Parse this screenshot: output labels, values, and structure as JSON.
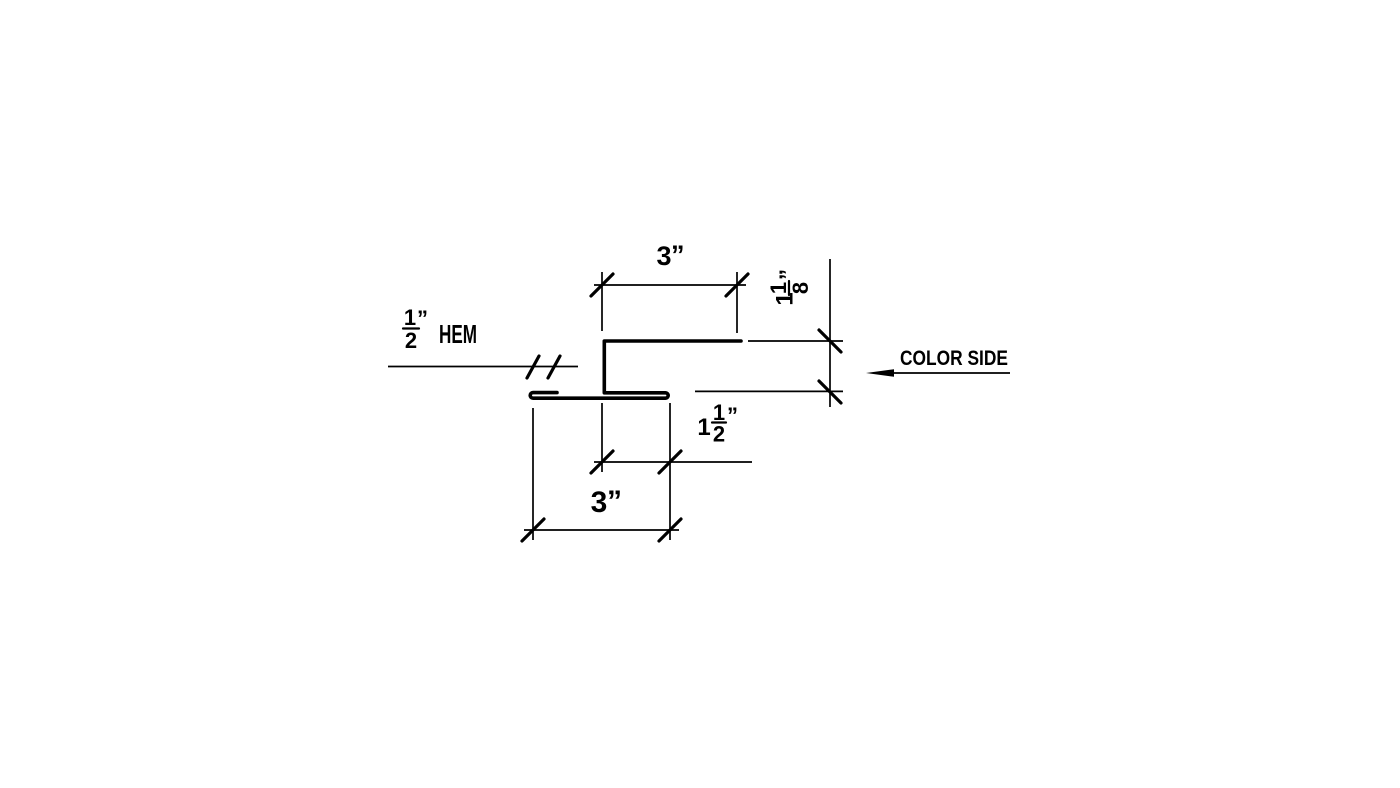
{
  "figure": {
    "description": "Sheet metal flashing profile cross-section drawing with dimension callouts",
    "background_color": "#ffffff",
    "line_color": "#000000"
  },
  "dimensions": {
    "top_width": {
      "value": "3",
      "unit": "”"
    },
    "right_height": {
      "whole": "1",
      "numerator": "1",
      "denominator": "8",
      "unit": "”"
    },
    "hem": {
      "numerator": "1",
      "denominator": "2",
      "unit": "”",
      "label": "HEM"
    },
    "middle_width": {
      "whole": "1",
      "numerator": "1",
      "denominator": "2",
      "unit": "”"
    },
    "bottom_width": {
      "value": "3",
      "unit": "”"
    }
  },
  "annotations": {
    "color_side": "COLOR SIDE"
  }
}
